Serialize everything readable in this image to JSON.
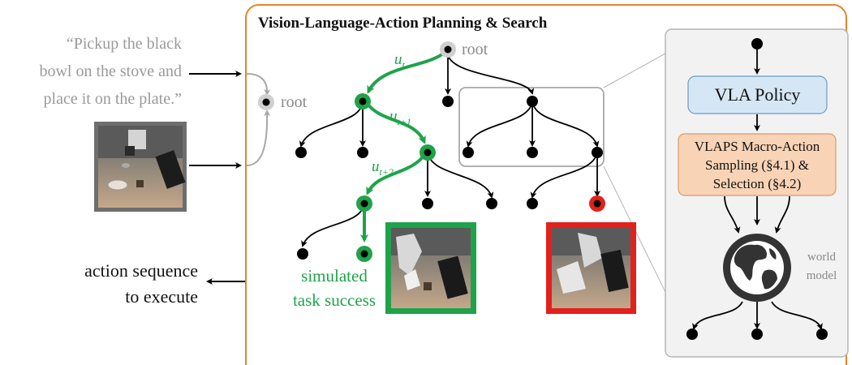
{
  "instruction": {
    "line1": "“Pickup the black",
    "line2": "bowl on the stove and",
    "line3": "place it on the plate.”"
  },
  "output": {
    "line1": "action sequence",
    "line2": "to execute"
  },
  "panel": {
    "title": "Vision-Language-Action Planning & Search"
  },
  "tree": {
    "root_label": "root",
    "edge_labels": {
      "u1": {
        "base": "u",
        "sub": "t"
      },
      "u2": {
        "base": "u",
        "sub": "t+1"
      },
      "u3": {
        "base": "u",
        "sub": "t+2"
      }
    },
    "success_line1": "simulated",
    "success_line2": "task success"
  },
  "detail": {
    "policy_label": "VLA Policy",
    "sampling_line1": "VLAPS Macro-Action",
    "sampling_line2": "Sampling (§4.1) &",
    "sampling_line3": "Selection (§4.2)",
    "world_model_line1": "world",
    "world_model_line2": "model"
  },
  "colors": {
    "panel_border": "#e8842c",
    "success_green": "#1fa34a",
    "failure_red": "#e3201b",
    "grey": "#a8a8a8",
    "policy_fill": "#d5e7f5",
    "policy_border": "#6a9cc7",
    "sampling_fill": "#f8d3b5",
    "sampling_border": "#e0996a"
  }
}
